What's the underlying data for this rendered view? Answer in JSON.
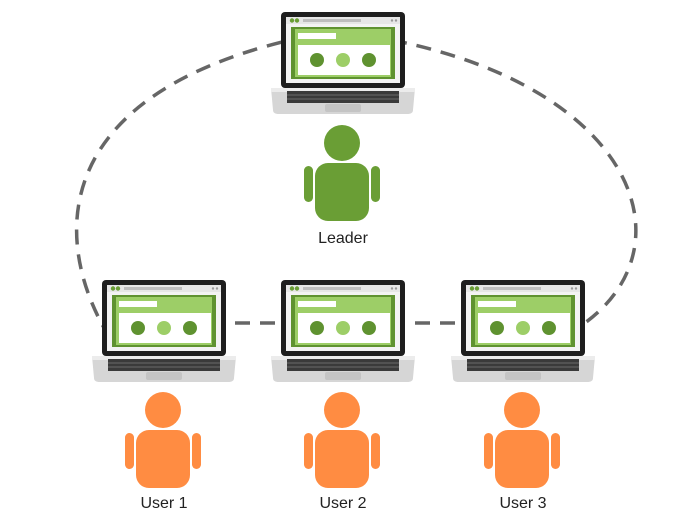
{
  "colors": {
    "leader": "#6a9e35",
    "user": "#ff8c42",
    "screen_bg": "#9dce67",
    "screen_dark": "#5f9230",
    "connector": "#666666"
  },
  "nodes": [
    {
      "id": "leader",
      "role": "leader",
      "label": "Leader",
      "icon": "laptop-icon"
    },
    {
      "id": "user-1",
      "role": "user",
      "label": "User 1",
      "icon": "laptop-icon"
    },
    {
      "id": "user-2",
      "role": "user",
      "label": "User 2",
      "icon": "laptop-icon"
    },
    {
      "id": "user-3",
      "role": "user",
      "label": "User 3",
      "icon": "laptop-icon"
    }
  ],
  "connections": [
    {
      "from": "user-1",
      "to": "user-2",
      "style": "dashed"
    },
    {
      "from": "user-2",
      "to": "user-3",
      "style": "dashed"
    },
    {
      "from": "user-1",
      "to": "leader",
      "style": "dashed-arc"
    },
    {
      "from": "leader",
      "to": "user-3",
      "style": "dashed-arc"
    }
  ]
}
